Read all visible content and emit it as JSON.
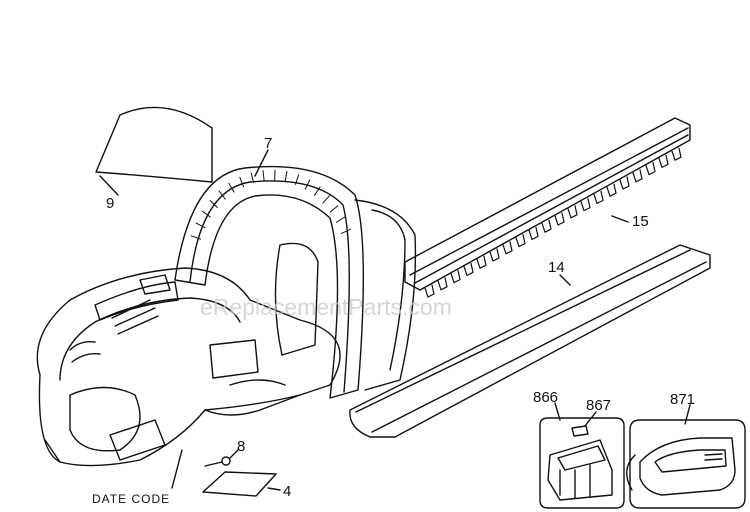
{
  "watermark": "eReplacementParts.com",
  "labels": {
    "part_7": "7",
    "part_9": "9",
    "part_15": "15",
    "part_14": "14",
    "part_8": "8",
    "part_4": "4",
    "date_code": "DATE CODE",
    "part_866": "866",
    "part_867": "867",
    "part_871": "871"
  }
}
